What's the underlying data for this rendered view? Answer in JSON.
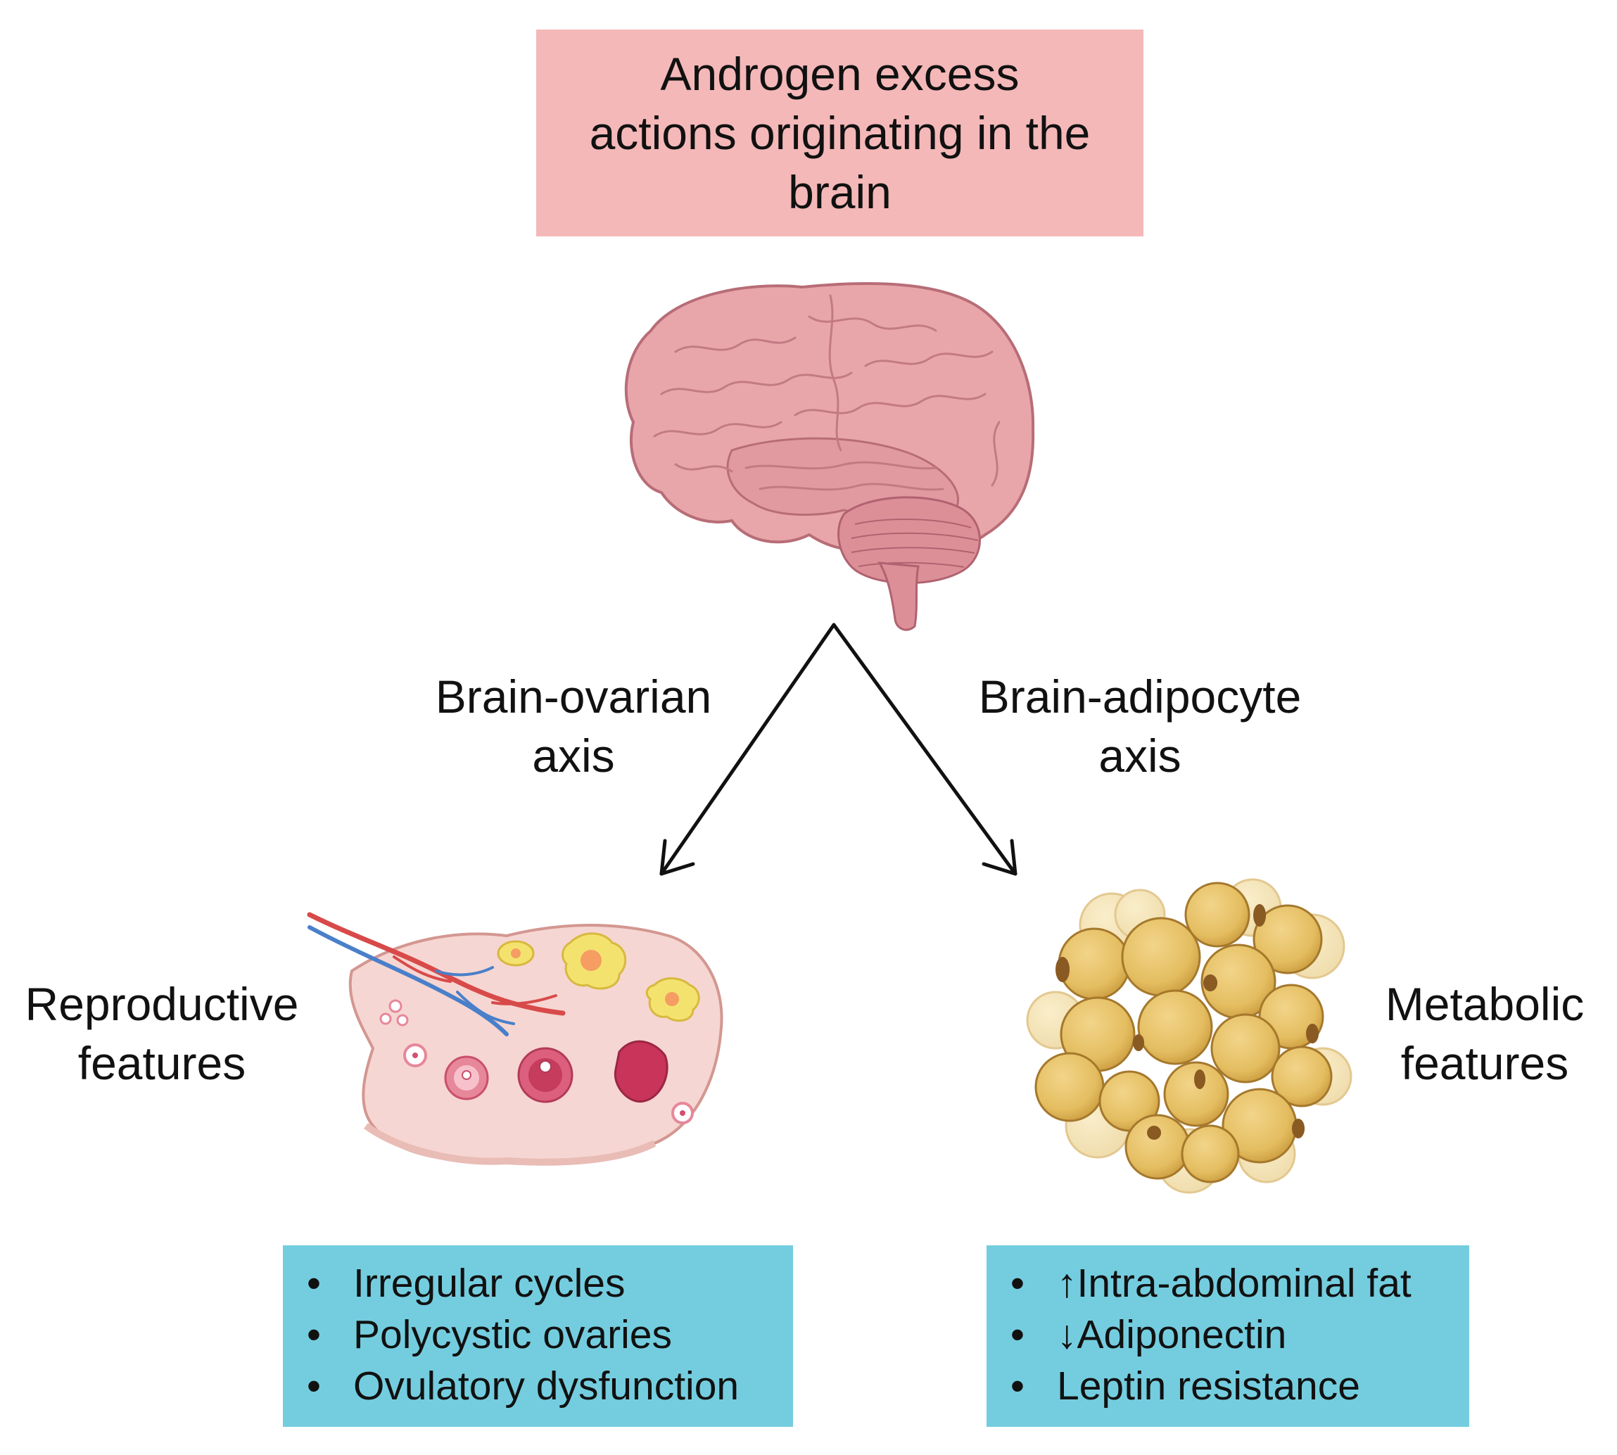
{
  "title": "Androgen excess\nactions originating in the\nbrain",
  "axes": {
    "left": "Brain-ovarian\naxis",
    "right": "Brain-adipocyte\naxis"
  },
  "features": {
    "left_label": "Reproductive\nfeatures",
    "right_label": "Metabolic\nfeatures",
    "reproductive_items": [
      "Irregular cycles",
      "Polycystic ovaries",
      "Ovulatory dysfunction"
    ],
    "metabolic_items": [
      "↑Intra-abdominal fat",
      "↓Adiponectin",
      "Leptin resistance"
    ]
  },
  "icons": [
    "brain-icon",
    "ovary-icon",
    "adipocyte-cluster-icon"
  ],
  "colors": {
    "title_box": "#f4b8b8",
    "list_box": "#74cddf",
    "brain": "#e7a3a8",
    "ovary": "#f6d6d2",
    "fat_cell": "#e9c56b"
  }
}
